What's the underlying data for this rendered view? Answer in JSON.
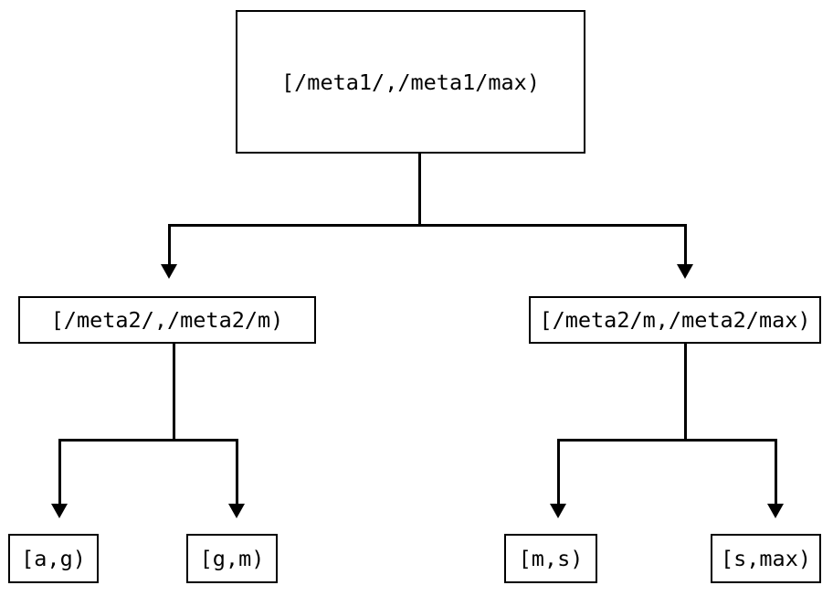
{
  "diagram": {
    "type": "tree",
    "title": "",
    "orientation": "top-down",
    "colors": {
      "line": "#000000",
      "box_border": "#000000",
      "box_fill": "#ffffff",
      "background": "#ffffff",
      "text": "#000000"
    },
    "levels": 3,
    "nodes": {
      "root": {
        "label": "[/meta1/,/meta1/max)",
        "level": 0
      },
      "mid_left": {
        "label": "[/meta2/,/meta2/m)",
        "level": 1
      },
      "mid_right": {
        "label": "[/meta2/m,/meta2/max)",
        "level": 1
      },
      "leaf_1": {
        "label": "[a,g)",
        "level": 2
      },
      "leaf_2": {
        "label": "[g,m)",
        "level": 2
      },
      "leaf_3": {
        "label": "[m,s)",
        "level": 2
      },
      "leaf_4": {
        "label": "[s,max)",
        "level": 2
      }
    },
    "edges": [
      {
        "from": "root",
        "to": "mid_left",
        "arrow": "down"
      },
      {
        "from": "root",
        "to": "mid_right",
        "arrow": "down"
      },
      {
        "from": "mid_left",
        "to": "leaf_1",
        "arrow": "down"
      },
      {
        "from": "mid_left",
        "to": "leaf_2",
        "arrow": "down"
      },
      {
        "from": "mid_right",
        "to": "leaf_3",
        "arrow": "down"
      },
      {
        "from": "mid_right",
        "to": "leaf_4",
        "arrow": "down"
      }
    ]
  }
}
